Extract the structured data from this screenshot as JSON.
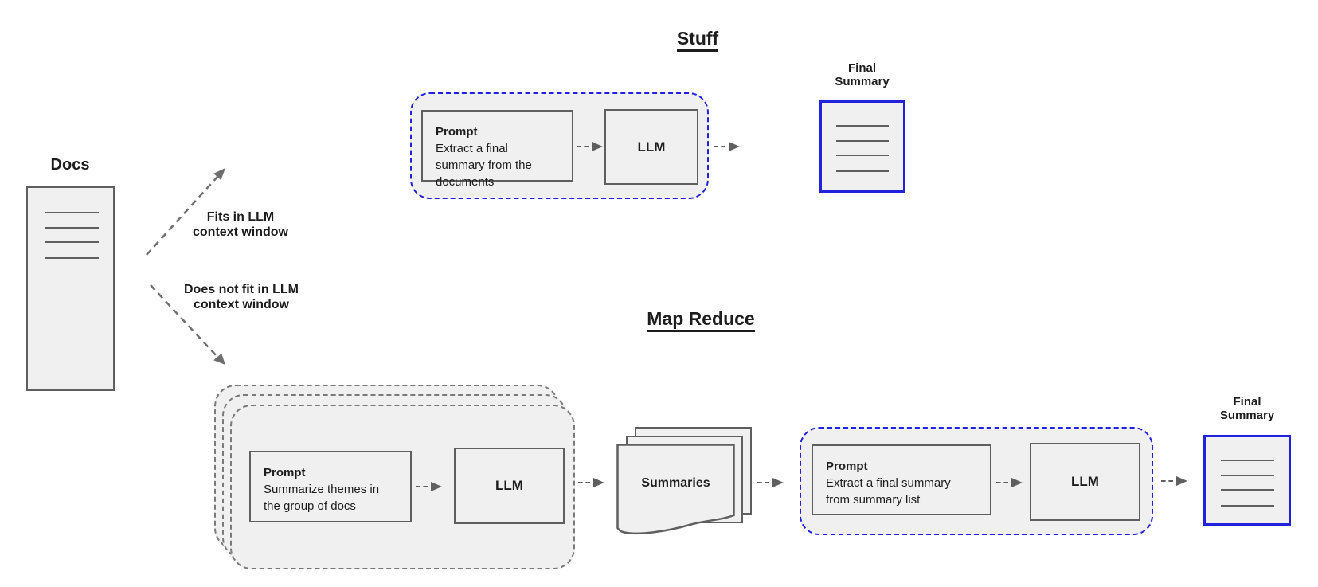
{
  "theme": {
    "accent_blue": "#2222dd",
    "shape_border": "#5f5f5f",
    "dashed_gray": "#7a7a7a",
    "shape_fill": "#f0f0f0",
    "text_color": "#1d1d1d",
    "background": "#ffffff"
  },
  "icons": {
    "flow_arrow": "dashed-arrow-right",
    "branch_arrow_fits": "dashed-arrow-up-right",
    "branch_arrow_not_fit": "dashed-arrow-down-right",
    "document": "lined-document",
    "summaries_stack": "stacked-pages-wavy"
  },
  "docs": {
    "title": "Docs"
  },
  "branches": {
    "fits": {
      "line1": "Fits in LLM",
      "line2": "context window"
    },
    "not_fit": {
      "line1": "Does not fit in LLM",
      "line2": "context window"
    }
  },
  "stuff": {
    "title": "Stuff",
    "prompt_heading": "Prompt",
    "prompt_body": "Extract a final summary from the documents",
    "llm": "LLM",
    "final_line1": "Final",
    "final_line2": "Summary"
  },
  "map_reduce": {
    "title": "Map Reduce",
    "map_prompt_heading": "Prompt",
    "map_prompt_body": "Summarize themes in the group of docs",
    "map_llm": "LLM",
    "summaries": "Summaries",
    "reduce_prompt_heading": "Prompt",
    "reduce_prompt_body": "Extract a final summary from summary list",
    "reduce_llm": "LLM",
    "final_line1": "Final",
    "final_line2": "Summary"
  }
}
